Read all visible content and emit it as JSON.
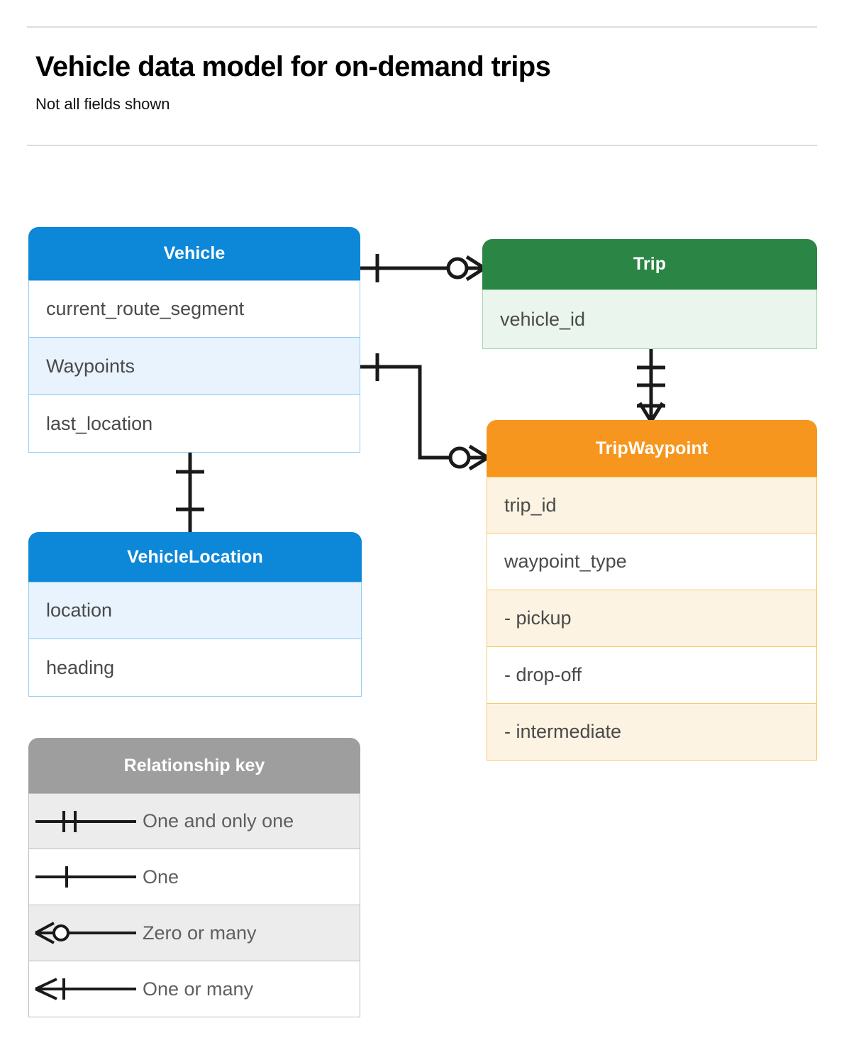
{
  "header": {
    "title": "Vehicle data model for on-demand trips",
    "subtitle": "Not all fields shown"
  },
  "colors": {
    "blue_header": "#0d87d8",
    "blue_row_border": "#90caf2",
    "blue_row_tint": "#e8f3fd",
    "green_header": "#2b8545",
    "green_row_border": "#a8d8b4",
    "green_row_tint": "#eaf5ed",
    "orange_header": "#f7961e",
    "orange_row_border": "#f9c96a",
    "orange_row_tint": "#fdf3e2",
    "gray_header": "#9e9e9e",
    "gray_row_border": "#bdbdbd",
    "gray_row_tint": "#ececec",
    "line": "#1a1a1a"
  },
  "entities": [
    {
      "name": "Vehicle",
      "color": "blue",
      "fields": [
        {
          "label": "current_route_segment",
          "tint": false
        },
        {
          "label": "Waypoints",
          "tint": true
        },
        {
          "label": "last_location",
          "tint": false
        }
      ]
    },
    {
      "name": "Trip",
      "color": "green",
      "fields": [
        {
          "label": "vehicle_id",
          "tint": true
        }
      ]
    },
    {
      "name": "TripWaypoint",
      "color": "orange",
      "fields": [
        {
          "label": "trip_id",
          "tint": true
        },
        {
          "label": "waypoint_type",
          "tint": false
        },
        {
          "label": "- pickup",
          "tint": true
        },
        {
          "label": "- drop-off",
          "tint": false
        },
        {
          "label": "- intermediate",
          "tint": true
        }
      ]
    },
    {
      "name": "VehicleLocation",
      "color": "blue",
      "fields": [
        {
          "label": "location",
          "tint": true
        },
        {
          "label": "heading",
          "tint": false
        }
      ]
    }
  ],
  "legend": {
    "title": "Relationship key",
    "rows": [
      {
        "label": "One and only one",
        "symbol": "one-and-only-one-symbol"
      },
      {
        "label": "One",
        "symbol": "one-symbol"
      },
      {
        "label": "Zero or many",
        "symbol": "zero-or-many-symbol"
      },
      {
        "label": "One or many",
        "symbol": "one-or-many-symbol"
      }
    ]
  },
  "relationships": [
    {
      "from": "Vehicle",
      "to": "Trip",
      "from_cardinality": "One",
      "to_cardinality": "Zero or many"
    },
    {
      "from": "Vehicle.Waypoints",
      "to": "TripWaypoint",
      "from_cardinality": "One",
      "to_cardinality": "Zero or many"
    },
    {
      "from": "Trip",
      "to": "TripWaypoint",
      "from_cardinality": "One and only one",
      "to_cardinality": "One or many"
    },
    {
      "from": "Vehicle",
      "to": "VehicleLocation",
      "from_cardinality": "One",
      "to_cardinality": "One"
    }
  ]
}
